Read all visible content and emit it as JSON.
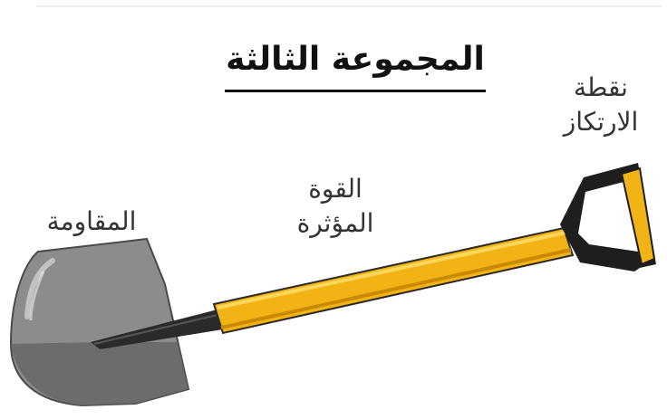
{
  "title": "المجموعة الثالثة",
  "labels": {
    "fulcrum": [
      "نقطة",
      "الارتكاز"
    ],
    "effort": [
      "القوة",
      "المؤثرة"
    ],
    "resistance": "المقاومة"
  },
  "colors": {
    "handle": "#f2b316",
    "handle_shadow": "#c98a00",
    "grip": "#1e1e1e",
    "blade": "#8c8c8c",
    "blade_dark": "#5e5e5e"
  }
}
